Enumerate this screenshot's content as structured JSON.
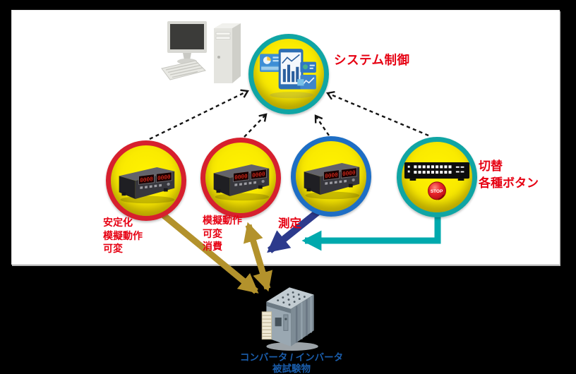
{
  "diagram": {
    "title_note": "",
    "center_node": {
      "label": "システム制御",
      "icon": "software-dashboard-icon"
    },
    "nodes": [
      {
        "id": "psu-stabilized",
        "ring_color": "#d6202e",
        "icon": "power-supply-icon",
        "label_lines": [
          "安定化",
          "模擬動作",
          "可変"
        ]
      },
      {
        "id": "psu-load",
        "ring_color": "#d6202e",
        "icon": "power-supply-icon",
        "label_lines": [
          "模擬動作",
          "可変",
          "消費"
        ]
      },
      {
        "id": "measurement",
        "ring_color": "#1e6ec4",
        "icon": "power-meter-icon",
        "label_lines": [
          "測定"
        ]
      },
      {
        "id": "switch-box",
        "ring_color": "#10a5a4",
        "icon": "switch-unit-icon",
        "label_lines": [
          "切替",
          "各種ボタン"
        ],
        "stop_label": "STOP"
      }
    ],
    "instrument": {
      "led_left": "0000",
      "led_right": "0000"
    },
    "dut": {
      "label_line1": "コンバータ / インバータ",
      "label_line2": "被試験物",
      "icon": "converter-inverter-module-icon"
    },
    "computer": {
      "icon": "desktop-pc-icon"
    },
    "colors": {
      "panel_bg": "#ffffff",
      "page_bg": "#000000",
      "node_fill_yellow": "#f9e900",
      "ring_red": "#d6202e",
      "ring_blue": "#1e6ec4",
      "ring_teal": "#10a5a4",
      "label_red": "#e60012",
      "label_blue": "#1a5dab",
      "arrow_gold": "#b3922c",
      "arrow_navy": "#2c3a8c",
      "arrow_teal": "#00a9ad",
      "arrow_dashed_black": "#141414",
      "stop_button_red": "#e31b23"
    }
  }
}
